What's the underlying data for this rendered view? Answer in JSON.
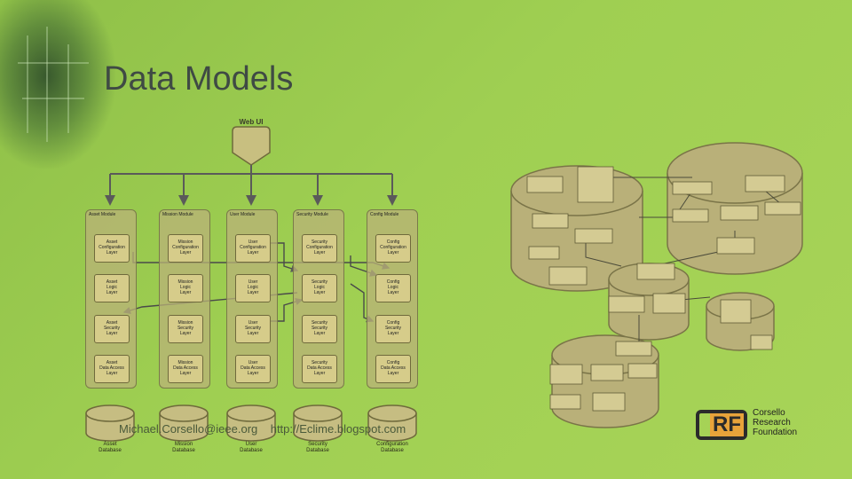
{
  "slide": {
    "title": "Data Models",
    "footer": "Michael.Corsello@ieee.org    http://Eclime.blogspot.com"
  },
  "architecture": {
    "web_ui": "Web UI",
    "modules": [
      {
        "name": "Asset Module",
        "layers": [
          "Asset\nConfiguration\nLayer",
          "Asset\nLogic\nLayer",
          "Asset\nSecurity\nLayer",
          "Asset\nData Access\nLayer"
        ],
        "database": "Asset\nDatabase"
      },
      {
        "name": "Mission Module",
        "layers": [
          "Mission\nConfiguration\nLayer",
          "Mission\nLogic\nLayer",
          "Mission\nSecurity\nLayer",
          "Mission\nData Access\nLayer"
        ],
        "database": "Mission\nDatabase"
      },
      {
        "name": "User Module",
        "layers": [
          "User\nConfiguration\nLayer",
          "User\nLogic\nLayer",
          "User\nSecurity\nLayer",
          "User\nData Access\nLayer"
        ],
        "database": "User\nDatabase"
      },
      {
        "name": "Security Module",
        "layers": [
          "Security\nConfiguration\nLayer",
          "Security\nLogic\nLayer",
          "Security\nSecurity\nLayer",
          "Security\nData Access\nLayer"
        ],
        "database": "Security\nDatabase"
      },
      {
        "name": "Config Module",
        "layers": [
          "Config\nConfiguration\nLayer",
          "Config\nLogic\nLayer",
          "Config\nSecurity\nLayer",
          "Config\nData Access\nLayer"
        ],
        "database": "Configuration\nDatabase"
      }
    ]
  },
  "logo": {
    "mark": "RF",
    "line1": "Corsello",
    "line2": "Research",
    "line3": "Foundation",
    "accent_color": "#e8a33a"
  }
}
